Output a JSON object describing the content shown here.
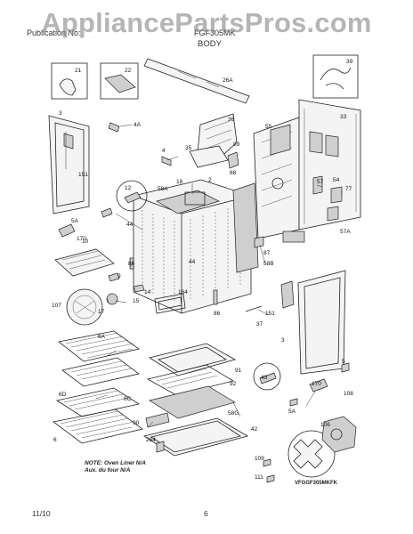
{
  "watermark": "AppliancePartsPros.com",
  "header": {
    "left_text": "Publication No:",
    "mid_text": "FGF305MK",
    "section_title": "BODY"
  },
  "part_labels": {
    "p21": "21",
    "p22": "22",
    "p39": "39",
    "p26A": "26A",
    "p3a": "3",
    "p4A": "4A",
    "p36": "36",
    "p33": "33",
    "p55": "55",
    "p151a": "151",
    "p35": "35",
    "p4": "4",
    "p89": "89",
    "p88": "88",
    "p12": "12",
    "p18": "18",
    "p2": "2",
    "p58A": "58A",
    "p5A": "5A",
    "p44a": "44",
    "p170a": "170",
    "p10": "10",
    "p9": "9",
    "p86a": "86",
    "p44b": "44",
    "p87": "87",
    "p58B": "58B",
    "p57": "57",
    "p54": "54",
    "p77": "77",
    "p57A": "57A",
    "p107": "107",
    "p17": "17",
    "p15": "15",
    "p14": "14",
    "p164": "164",
    "p86b": "86",
    "p151b": "151",
    "p37": "37",
    "p3b": "3",
    "p6A": "6A",
    "p5": "5",
    "p43": "43",
    "p170b": "170",
    "p6D": "6D",
    "p6C": "6C",
    "p91": "91",
    "p92": "92",
    "p108": "108",
    "p5Ab": "5A",
    "p58G": "58G",
    "p90": "90",
    "p42": "42",
    "p6": "6",
    "p264": "264",
    "p106": "106",
    "p109": "109",
    "p111": "111"
  },
  "note": {
    "line1": "NOTE: Oven Liner N/A",
    "line2": "Aux. du four N/A"
  },
  "model_code": "VFGGF305MKFK",
  "footer": {
    "date": "11/10",
    "page": "6"
  }
}
